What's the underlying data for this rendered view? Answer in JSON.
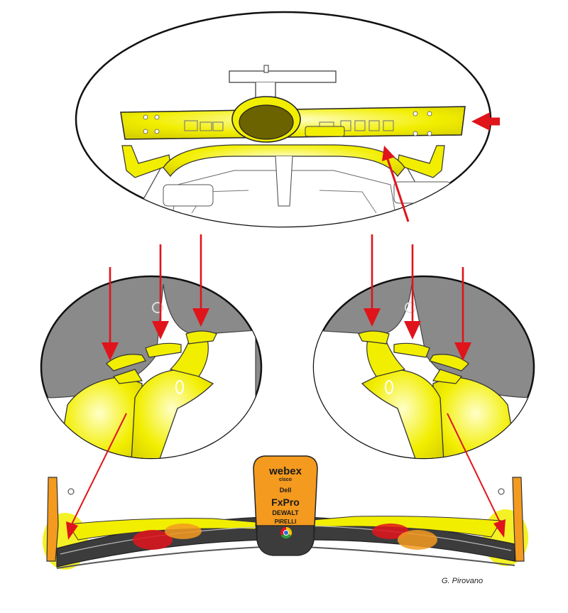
{
  "credit": "G. Pirovano",
  "sponsors": {
    "line1": "webex",
    "line2": "cisco",
    "line3": "Dell",
    "line4": "FxPro",
    "line5": "DEWALT",
    "line6": "PIRELLI"
  },
  "colors": {
    "highlight": "#f2ee00",
    "arrow": "#e0141b",
    "nose": "#f39a1f",
    "background_gray": "#8a8a8a",
    "wing_dark": "#3c3c3c"
  },
  "icons": {
    "nose_logo": "chrome-logo-icon"
  }
}
